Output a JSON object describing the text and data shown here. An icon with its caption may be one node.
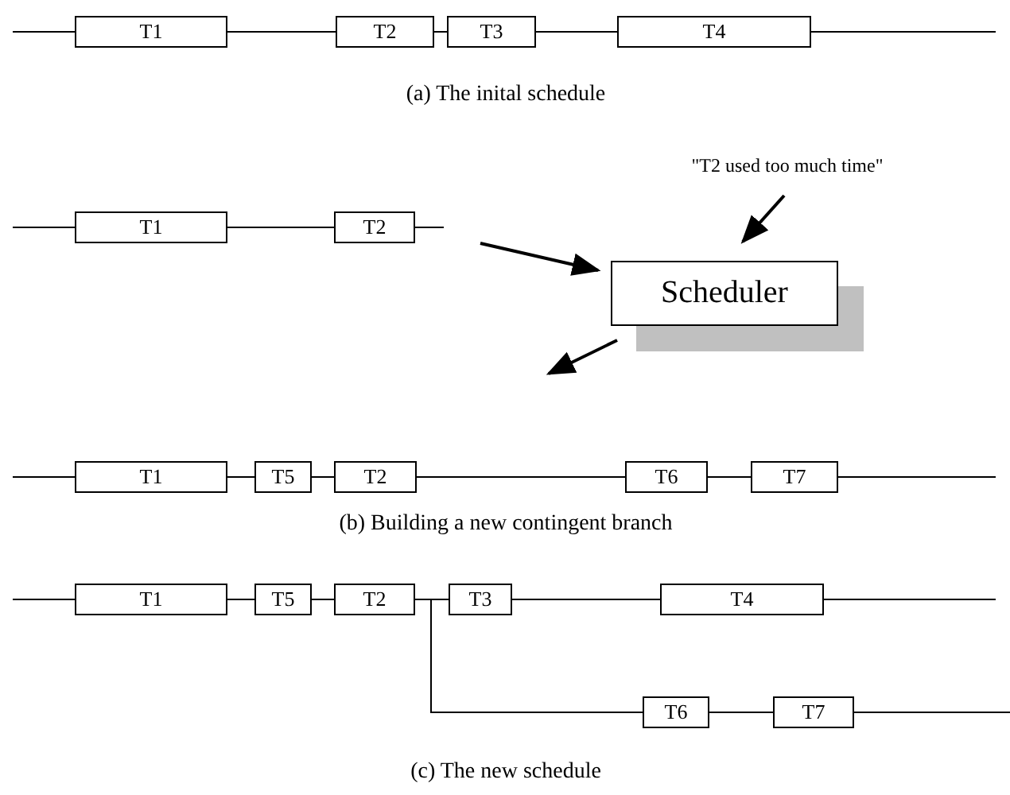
{
  "diagram": {
    "nodes": [
      {
        "text": [
          "T1"
        ]
      },
      {
        "text": [
          "T2"
        ]
      },
      {
        "text": [
          "T3"
        ]
      },
      {
        "text": [
          "T4"
        ]
      },
      {
        "text": [
          "T1"
        ]
      },
      {
        "text": [
          "T2"
        ]
      },
      {
        "text": [
          "Scheduler"
        ]
      },
      {
        "text": [
          "\"T2 used too much time\""
        ]
      },
      {
        "text": [
          "T1"
        ]
      },
      {
        "text": [
          "T5"
        ]
      },
      {
        "text": [
          "T2"
        ]
      },
      {
        "text": [
          "T6"
        ]
      },
      {
        "text": [
          "T7"
        ]
      },
      {
        "text": [
          "T1"
        ]
      },
      {
        "text": [
          "T5"
        ]
      },
      {
        "text": [
          "T2"
        ]
      },
      {
        "text": [
          "T3"
        ]
      },
      {
        "text": [
          "T4"
        ]
      },
      {
        "text": [
          "T6"
        ]
      },
      {
        "text": [
          "T7"
        ]
      }
    ],
    "edges": [
      {
        "from": null,
        "to": 0,
        "arrow": "none"
      },
      {
        "from": 0,
        "to": 1,
        "arrow": "none"
      },
      {
        "from": 1,
        "to": 2,
        "arrow": "none"
      },
      {
        "from": 2,
        "to": 3,
        "arrow": "none"
      },
      {
        "from": 3,
        "to": null,
        "arrow": "none"
      },
      {
        "from": null,
        "to": 4,
        "arrow": "none"
      },
      {
        "from": 4,
        "to": 5,
        "arrow": "none"
      },
      {
        "from": 5,
        "to": null,
        "arrow": "none"
      },
      {
        "from": null,
        "to": 6,
        "arrow": "to"
      },
      {
        "from": 7,
        "to": 6,
        "arrow": "to"
      },
      {
        "from": 6,
        "to": null,
        "arrow": "to"
      },
      {
        "from": null,
        "to": 8,
        "arrow": "none"
      },
      {
        "from": 8,
        "to": 9,
        "arrow": "none"
      },
      {
        "from": 9,
        "to": 10,
        "arrow": "none"
      },
      {
        "from": 10,
        "to": 11,
        "arrow": "none"
      },
      {
        "from": 11,
        "to": 12,
        "arrow": "none"
      },
      {
        "from": 12,
        "to": null,
        "arrow": "none"
      },
      {
        "from": null,
        "to": 13,
        "arrow": "none"
      },
      {
        "from": 13,
        "to": 14,
        "arrow": "none"
      },
      {
        "from": 14,
        "to": 15,
        "arrow": "none"
      },
      {
        "from": 15,
        "to": 16,
        "arrow": "none"
      },
      {
        "from": 15,
        "to": 18,
        "arrow": "none"
      },
      {
        "from": 16,
        "to": 17,
        "arrow": "none"
      },
      {
        "from": 17,
        "to": null,
        "arrow": "none"
      },
      {
        "from": 18,
        "to": 19,
        "arrow": "none"
      },
      {
        "from": 19,
        "to": null,
        "arrow": "none"
      }
    ],
    "labels": [
      "(a) The inital schedule",
      "(b) Building a new contingent branch",
      "(c) The new schedule"
    ]
  }
}
